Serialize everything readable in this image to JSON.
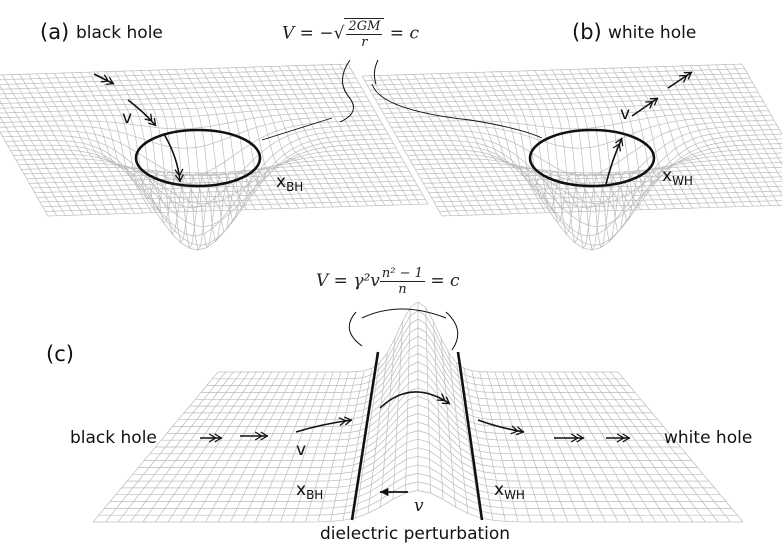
{
  "panels": {
    "a": {
      "tag": "(a)",
      "title": "black hole",
      "marker": "x",
      "marker_sub": "BH",
      "velocity": "v"
    },
    "b": {
      "tag": "(b)",
      "title": "white hole",
      "marker": "x",
      "marker_sub": "WH",
      "velocity": "v"
    },
    "c": {
      "tag": "(c)",
      "left_label": "black hole",
      "right_label": "white hole",
      "bottom_label": "dielectric perturbation",
      "marker_left": "x",
      "marker_left_sub": "BH",
      "marker_right": "x",
      "marker_right_sub": "WH",
      "velocity": "v",
      "counter_velocity": "v"
    }
  },
  "equations": {
    "top": {
      "lhs": "V = −",
      "num": "2GM",
      "den": "r",
      "rhs": "= c"
    },
    "middle": {
      "lhs": "V = γ²v",
      "num": "n² − 1",
      "den": "n",
      "rhs": "= c"
    }
  },
  "colors": {
    "mesh": "#bcbcbc",
    "ink": "#111111",
    "background": "#ffffff"
  }
}
